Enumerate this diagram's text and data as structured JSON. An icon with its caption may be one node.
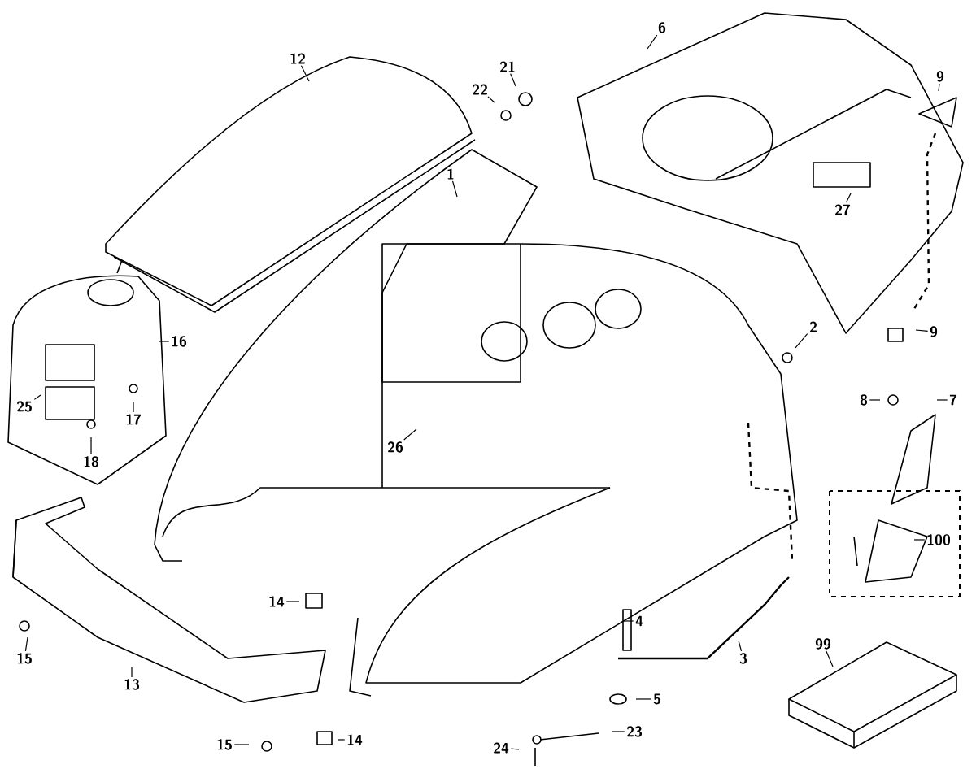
{
  "diagram": {
    "nodes": [
      {
        "text": [
          "6"
        ]
      },
      {
        "text": [
          "12"
        ]
      },
      {
        "text": [
          "21"
        ]
      },
      {
        "text": [
          "9"
        ]
      },
      {
        "text": [
          "22"
        ]
      },
      {
        "text": [
          "1"
        ]
      },
      {
        "text": [
          "27"
        ]
      },
      {
        "text": [
          "16"
        ]
      },
      {
        "text": [
          "9"
        ]
      },
      {
        "text": [
          "2"
        ]
      },
      {
        "text": [
          "25"
        ]
      },
      {
        "text": [
          "17"
        ]
      },
      {
        "text": [
          "26"
        ]
      },
      {
        "text": [
          "18"
        ]
      },
      {
        "text": [
          "8"
        ]
      },
      {
        "text": [
          "7"
        ]
      },
      {
        "text": [
          "100"
        ]
      },
      {
        "text": [
          "14"
        ]
      },
      {
        "text": [
          "4"
        ]
      },
      {
        "text": [
          "99"
        ]
      },
      {
        "text": [
          "15"
        ]
      },
      {
        "text": [
          "3"
        ]
      },
      {
        "text": [
          "13"
        ]
      },
      {
        "text": [
          "5"
        ]
      },
      {
        "text": [
          "23"
        ]
      },
      {
        "text": [
          "15"
        ]
      },
      {
        "text": [
          "14"
        ]
      },
      {
        "text": [
          "24"
        ]
      }
    ],
    "edges": [
      {
        "from": 0,
        "to": null,
        "arrow": "none"
      },
      {
        "from": 1,
        "to": null,
        "arrow": "none"
      },
      {
        "from": 2,
        "to": null,
        "arrow": "none"
      },
      {
        "from": 3,
        "to": null,
        "arrow": "none"
      },
      {
        "from": 4,
        "to": null,
        "arrow": "none"
      },
      {
        "from": 5,
        "to": null,
        "arrow": "none"
      },
      {
        "from": 6,
        "to": null,
        "arrow": "none"
      },
      {
        "from": 7,
        "to": null,
        "arrow": "none"
      },
      {
        "from": 8,
        "to": null,
        "arrow": "none"
      },
      {
        "from": 9,
        "to": null,
        "arrow": "none"
      },
      {
        "from": 10,
        "to": null,
        "arrow": "none"
      },
      {
        "from": 11,
        "to": null,
        "arrow": "none"
      },
      {
        "from": 12,
        "to": null,
        "arrow": "none"
      },
      {
        "from": 13,
        "to": null,
        "arrow": "none"
      },
      {
        "from": 14,
        "to": null,
        "arrow": "none"
      },
      {
        "from": 15,
        "to": null,
        "arrow": "none"
      },
      {
        "from": 16,
        "to": null,
        "arrow": "none"
      },
      {
        "from": 17,
        "to": null,
        "arrow": "none"
      },
      {
        "from": 18,
        "to": null,
        "arrow": "none"
      },
      {
        "from": 19,
        "to": null,
        "arrow": "none"
      },
      {
        "from": 20,
        "to": null,
        "arrow": "none"
      },
      {
        "from": 21,
        "to": null,
        "arrow": "none"
      },
      {
        "from": 22,
        "to": null,
        "arrow": "none"
      },
      {
        "from": 23,
        "to": null,
        "arrow": "none"
      },
      {
        "from": 24,
        "to": null,
        "arrow": "none"
      },
      {
        "from": 25,
        "to": null,
        "arrow": "none"
      },
      {
        "from": 26,
        "to": null,
        "arrow": "none"
      },
      {
        "from": 27,
        "to": null,
        "arrow": "none"
      }
    ]
  }
}
